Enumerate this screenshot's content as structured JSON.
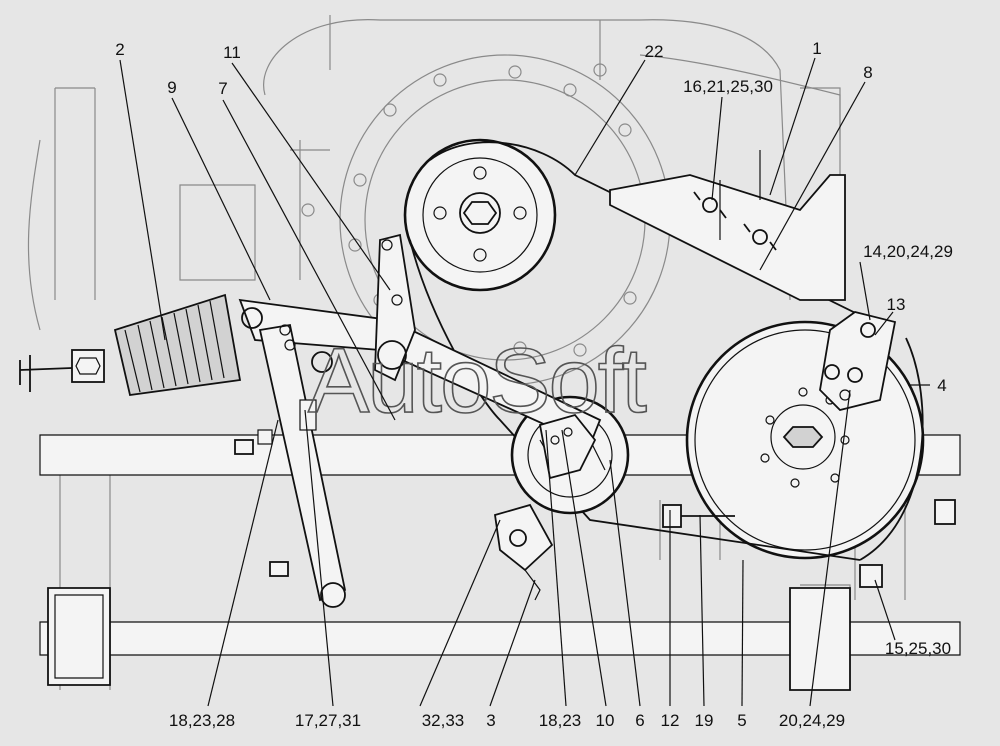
{
  "watermark": "AutoSoft",
  "labels": {
    "l1": "1",
    "l2": "2",
    "l3": "3",
    "l4": "4",
    "l5": "5",
    "l6": "6",
    "l7": "7",
    "l8": "8",
    "l9": "9",
    "l10": "10",
    "l11": "11",
    "l12": "12",
    "l13": "13",
    "l14_20_24_29": "14,20,24,29",
    "l15_25_30": "15,25,30",
    "l16_21_25_30": "16,21,25,30",
    "l17_27_31": "17,27,31",
    "l18_23": "18,23",
    "l18_23_28": "18,23,28",
    "l19": "19",
    "l20_24_29": "20,24,29",
    "l22": "22",
    "l32_33": "32,33"
  }
}
